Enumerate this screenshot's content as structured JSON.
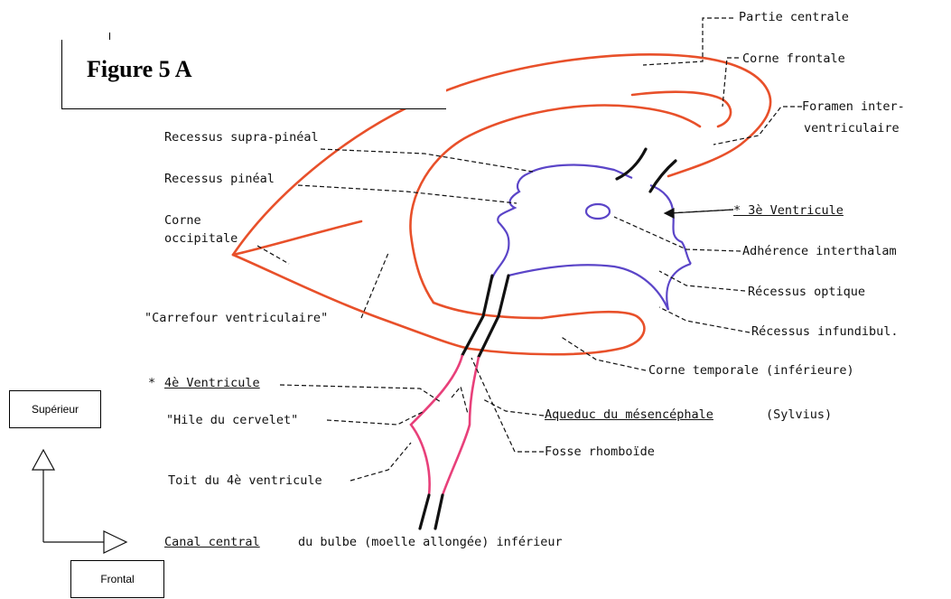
{
  "figure_title": "Figure 5 A",
  "labels": {
    "partie_centrale": "Partie centrale",
    "corne_frontale": "Corne frontale",
    "foramen_1": "Foramen inter-",
    "foramen_2": "ventriculaire",
    "recessus_supra_pineal": "Recessus supra-pinéal",
    "recessus_pineal": "Recessus pinéal",
    "corne_occipitale_1": "Corne",
    "corne_occipitale_2": "occipitale",
    "troisieme_ventricule": "* 3è Ventricule",
    "adherence": "Adhérence interthalam",
    "recessus_optique": "Récessus optique",
    "recessus_infundibul": "Récessus infundibul.",
    "carrefour": "\"Carrefour ventriculaire\"",
    "corne_temporale": "Corne temporale (inférieure)",
    "quatrieme_star": "*",
    "quatrieme_ventricule": "4è Ventricule",
    "hile_cervelet": "\"Hile du cervelet\"",
    "aqueduc": "Aqueduc du mésencéphale",
    "sylvius": "(Sylvius)",
    "fosse_rhomboide": "Fosse rhomboïde",
    "toit": "Toit du 4è ventricule",
    "canal_central": "Canal central",
    "canal_rest": "du bulbe (moelle allongée) inférieur"
  },
  "orientation": {
    "superieur": "Supérieur",
    "frontal": "Frontal"
  },
  "colors": {
    "lateral_ventricle": "#e8502a",
    "third_ventricle": "#5b45c8",
    "fourth_ventricle": "#e8407a",
    "ink": "#111111"
  }
}
